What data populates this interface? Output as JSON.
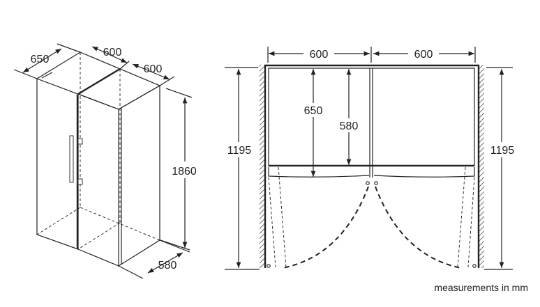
{
  "isometric_view": {
    "depth_label": "650",
    "left_width_label": "600",
    "right_width_label": "600",
    "height_label": "1860",
    "door_depth_label": "580"
  },
  "plan_view": {
    "left_width_label": "600",
    "right_width_label": "600",
    "left_open_depth_label": "1195",
    "right_open_depth_label": "1195",
    "total_depth_label": "650",
    "body_depth_label": "580"
  },
  "footer": {
    "units_note": "measurements in mm"
  }
}
